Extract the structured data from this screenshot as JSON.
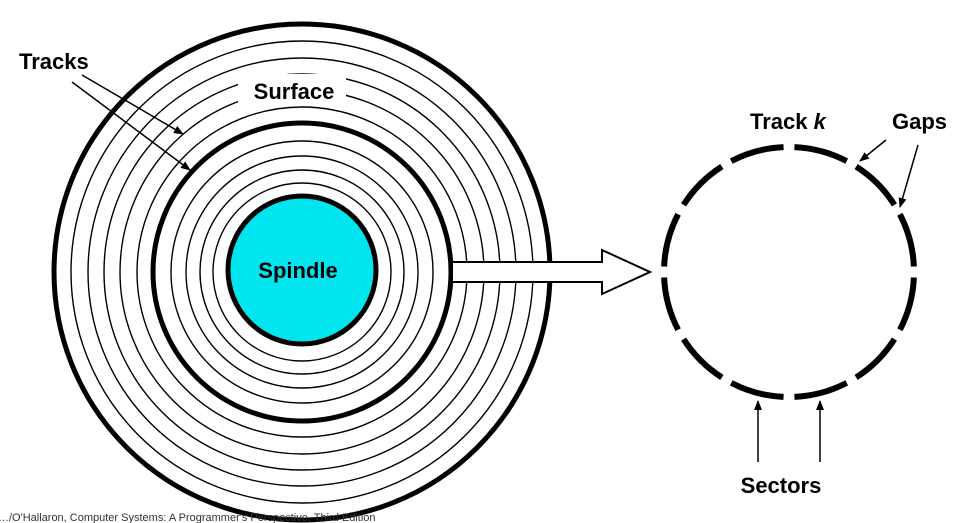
{
  "labels": {
    "tracks": "Tracks",
    "surface": "Surface",
    "spindle": "Spindle",
    "track_k_prefix": "Track ",
    "track_k_var": "k",
    "gaps": "Gaps",
    "sectors": "Sectors"
  },
  "footer": "…/O'Hallaron, Computer Systems: A Programmer's Perspective, Third Edition",
  "colors": {
    "spindle_fill": "#00e5ee",
    "stroke": "#000000",
    "background": "#ffffff"
  },
  "disk": {
    "track_count": 10
  },
  "track_k": {
    "sector_count": 12
  }
}
